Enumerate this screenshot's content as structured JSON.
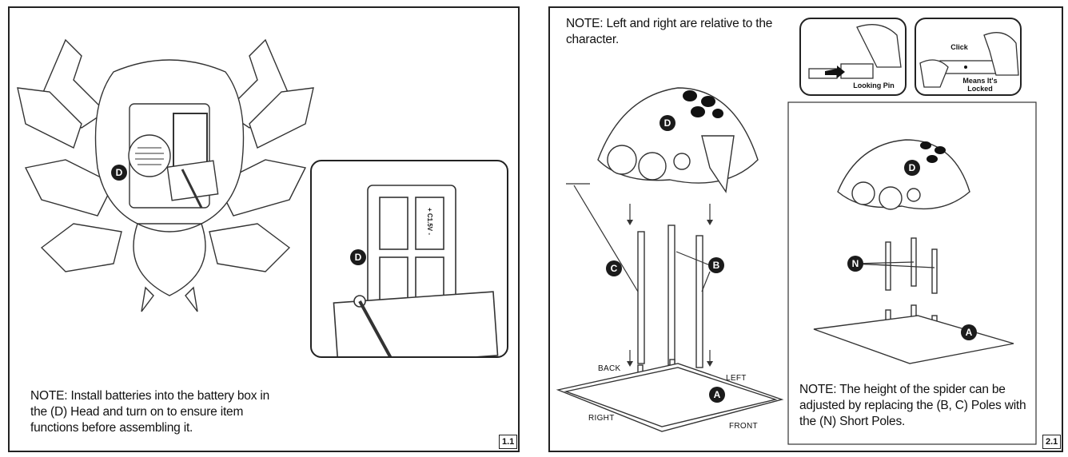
{
  "panel1": {
    "note": "NOTE: Install batteries into the battery box in the (D) Head and turn on to ensure item functions before assembling it.",
    "page_number": "1.1",
    "label_head": "D",
    "label_inset_head": "D",
    "battery_text": "+ C1.5V -"
  },
  "panel2": {
    "note_top": "NOTE: Left and right are relative to the character.",
    "note_bottom": "NOTE: The height of the spider can be adjusted by replacing the (B, C) Poles with the (N) Short Poles.",
    "page_number": "2.1",
    "labels": {
      "head": "D",
      "pole_c": "C",
      "pole_b": "B",
      "base": "A",
      "head_alt": "D",
      "short_poles": "N",
      "base_alt": "A"
    },
    "directions": {
      "back": "BACK",
      "left": "LEFT",
      "right": "RIGHT",
      "front": "FRONT"
    },
    "pin_inset": {
      "looking_pin": "Looking Pin",
      "click": "Click",
      "locked": "Means It's Locked"
    }
  }
}
